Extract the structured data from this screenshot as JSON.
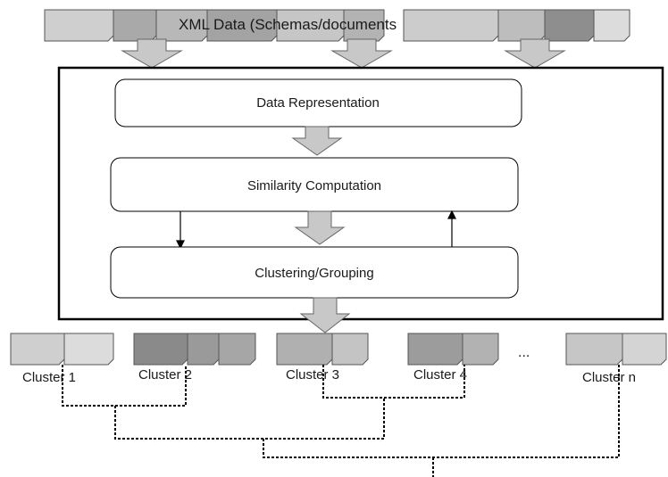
{
  "header": {
    "title": "XML Data (Schemas/documents"
  },
  "process": {
    "steps": [
      {
        "label": "Data Representation"
      },
      {
        "label": "Similarity Computation"
      },
      {
        "label": "Clustering/Grouping"
      }
    ]
  },
  "clusters": {
    "items": [
      {
        "label": "Cluster 1"
      },
      {
        "label": "Cluster 2"
      },
      {
        "label": "Cluster 3"
      },
      {
        "label": "Cluster 4"
      },
      {
        "label": "Cluster n"
      }
    ],
    "ellipsis": "..."
  },
  "colors": {
    "doc_light": "#cfcfcf",
    "doc_mid": "#a9a9a9",
    "doc_dark": "#8a8a8a",
    "arrow_fill": "#c8c8c8",
    "outline": "#000000"
  }
}
